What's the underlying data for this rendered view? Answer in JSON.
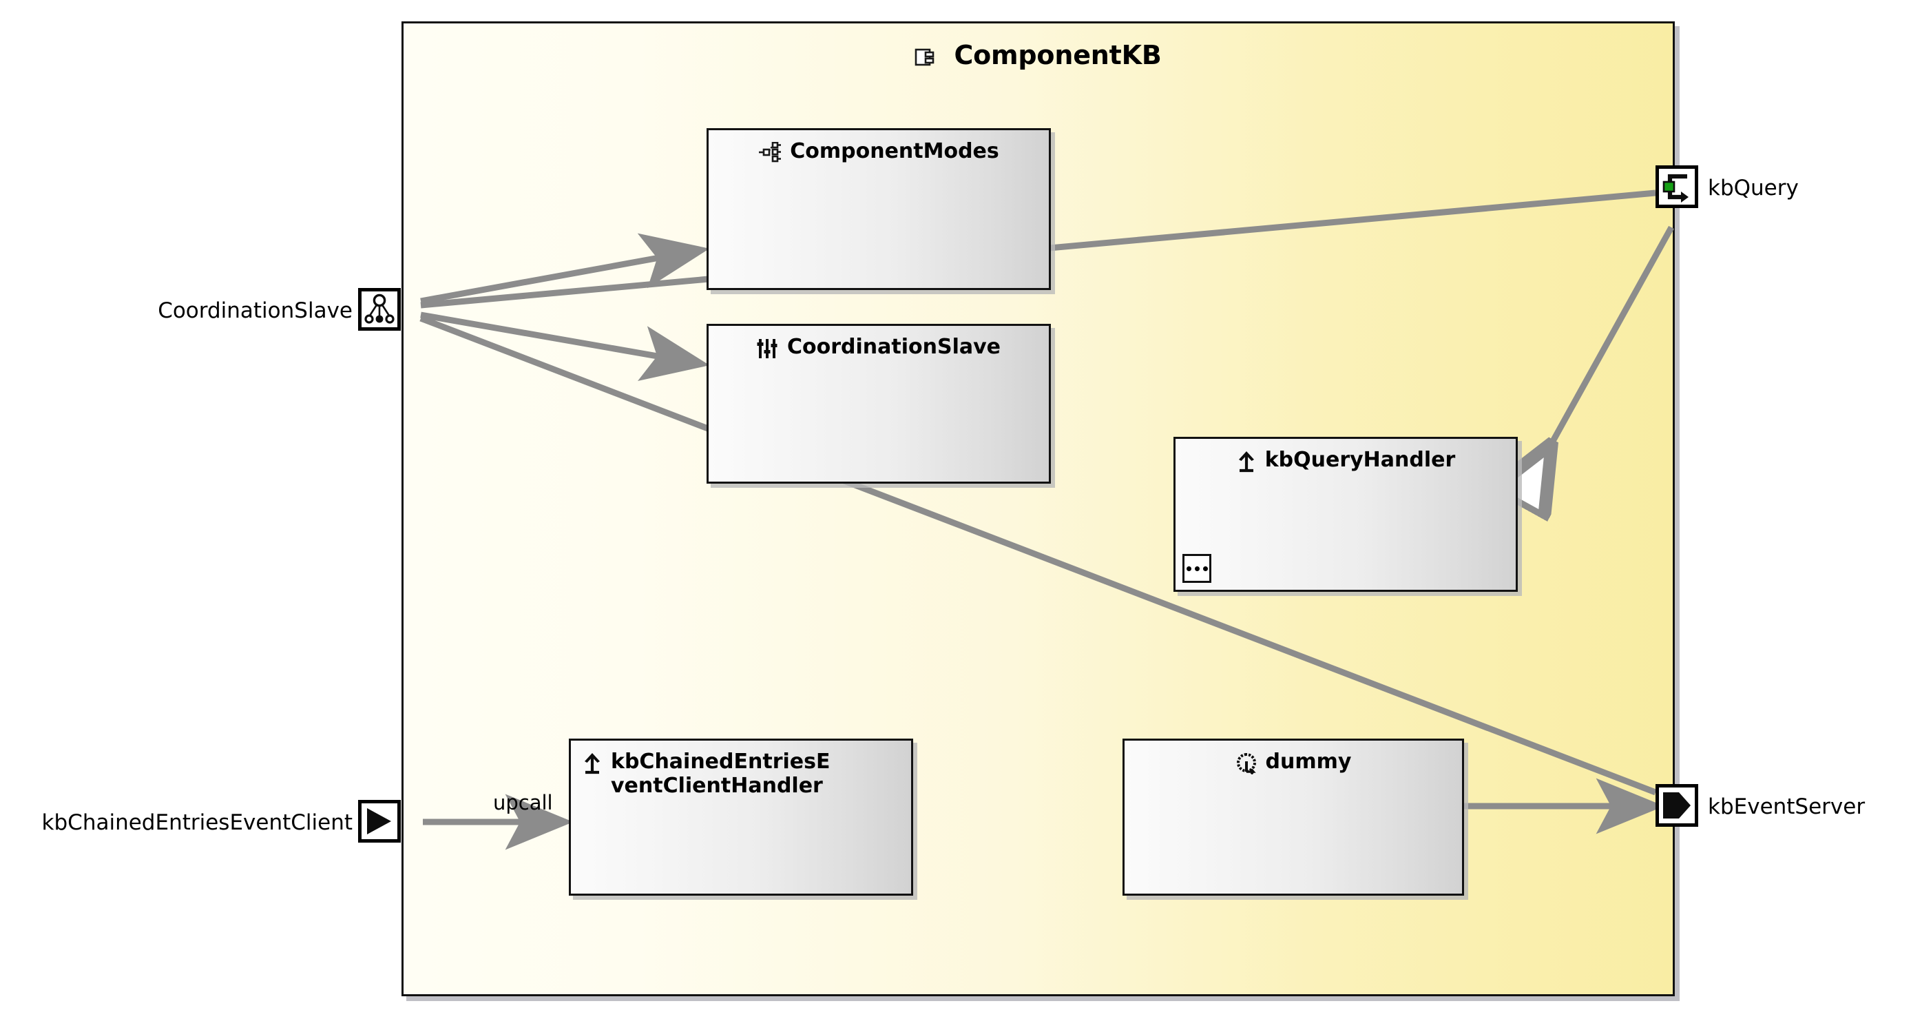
{
  "diagram": {
    "type": "uml-component-diagram",
    "title": "ComponentKB",
    "title_icon": "component-icon",
    "frame_fill_left": "#FFFEF4",
    "frame_fill_right": "#F9EDA4",
    "frame_border": "#111111",
    "edge_color": "#8C8C8C"
  },
  "nodes": [
    {
      "id": "componentModes",
      "label": "ComponentModes",
      "icon": "state-machine-icon"
    },
    {
      "id": "coordinationSlave",
      "label": "CoordinationSlave",
      "icon": "sliders-icon"
    },
    {
      "id": "kbQueryHandler",
      "label": "kbQueryHandler",
      "icon": "up-arrow-icon",
      "has_ellipsis": true,
      "ellipsis": "..."
    },
    {
      "id": "kbChainedEntriesEventClientHandler",
      "label": "kbChainedEntriesEventClientHandler",
      "icon": "up-arrow-icon"
    },
    {
      "id": "dummy",
      "label": "dummy",
      "icon": "cycle-icon"
    }
  ],
  "ports": [
    {
      "id": "coordinationSlavePort",
      "label": "CoordinationSlave",
      "icon": "coordination-tree-icon",
      "label_side": "left"
    },
    {
      "id": "kbChainedEntriesEventClientPort",
      "label": "kbChainedEntriesEventClient",
      "icon": "event-client-icon",
      "label_side": "left"
    },
    {
      "id": "kbQueryPort",
      "label": "kbQuery",
      "icon": "request-response-icon",
      "accent": "#16A016",
      "label_side": "right"
    },
    {
      "id": "kbEventServerPort",
      "label": "kbEventServer",
      "icon": "event-server-icon",
      "label_side": "right"
    }
  ],
  "edges": [
    {
      "id": "e1",
      "from": "coordinationSlavePort",
      "to": "componentModes",
      "label": "",
      "arrow": "filled"
    },
    {
      "id": "e2",
      "from": "coordinationSlavePort",
      "to": "kbQueryPort",
      "label": "",
      "arrow": "none"
    },
    {
      "id": "e3",
      "from": "coordinationSlavePort",
      "to": "coordinationSlave",
      "label": "",
      "arrow": "filled"
    },
    {
      "id": "e4",
      "from": "coordinationSlavePort",
      "to": "kbEventServerPort",
      "label": "",
      "arrow": "none"
    },
    {
      "id": "e5",
      "from": "kbQueryPort",
      "to": "kbQueryHandler",
      "label": "",
      "arrow": "hollow"
    },
    {
      "id": "e6",
      "from": "kbChainedEntriesEventClientPort",
      "to": "kbChainedEntriesEventClientHandler",
      "label": "upcall",
      "arrow": "filled"
    },
    {
      "id": "e7",
      "from": "dummy",
      "to": "kbEventServerPort",
      "label": "",
      "arrow": "filled"
    }
  ]
}
